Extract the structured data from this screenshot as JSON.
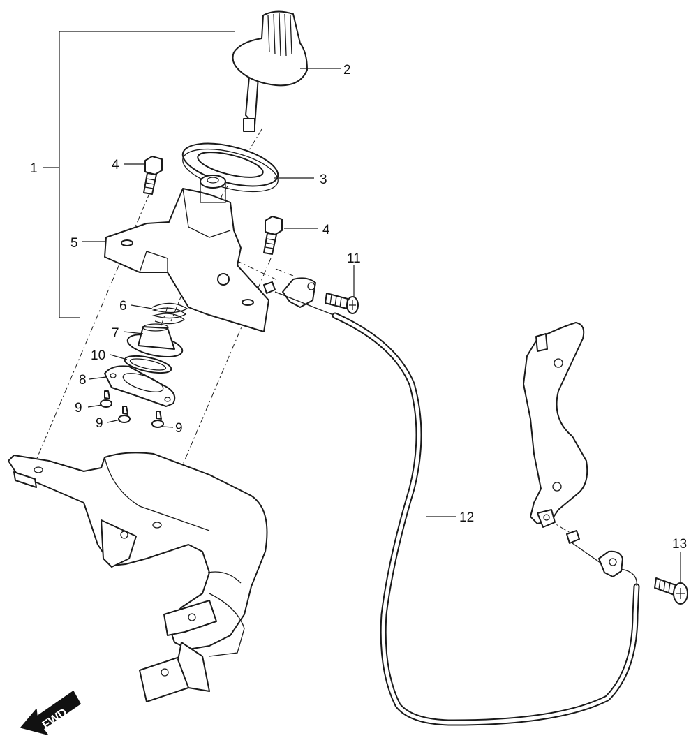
{
  "diagram": {
    "callouts": [
      {
        "id": "1",
        "label": "1"
      },
      {
        "id": "2",
        "label": "2"
      },
      {
        "id": "3",
        "label": "3"
      },
      {
        "id": "4a",
        "label": "4"
      },
      {
        "id": "4b",
        "label": "4"
      },
      {
        "id": "5",
        "label": "5"
      },
      {
        "id": "6",
        "label": "6"
      },
      {
        "id": "7",
        "label": "7"
      },
      {
        "id": "10",
        "label": "10"
      },
      {
        "id": "8",
        "label": "8"
      },
      {
        "id": "9a",
        "label": "9"
      },
      {
        "id": "9b",
        "label": "9"
      },
      {
        "id": "9c",
        "label": "9"
      },
      {
        "id": "11",
        "label": "11"
      },
      {
        "id": "12",
        "label": "12"
      },
      {
        "id": "13",
        "label": "13"
      }
    ],
    "direction_arrow": {
      "label": "FWD",
      "icon": "fwd-arrow-icon"
    }
  }
}
